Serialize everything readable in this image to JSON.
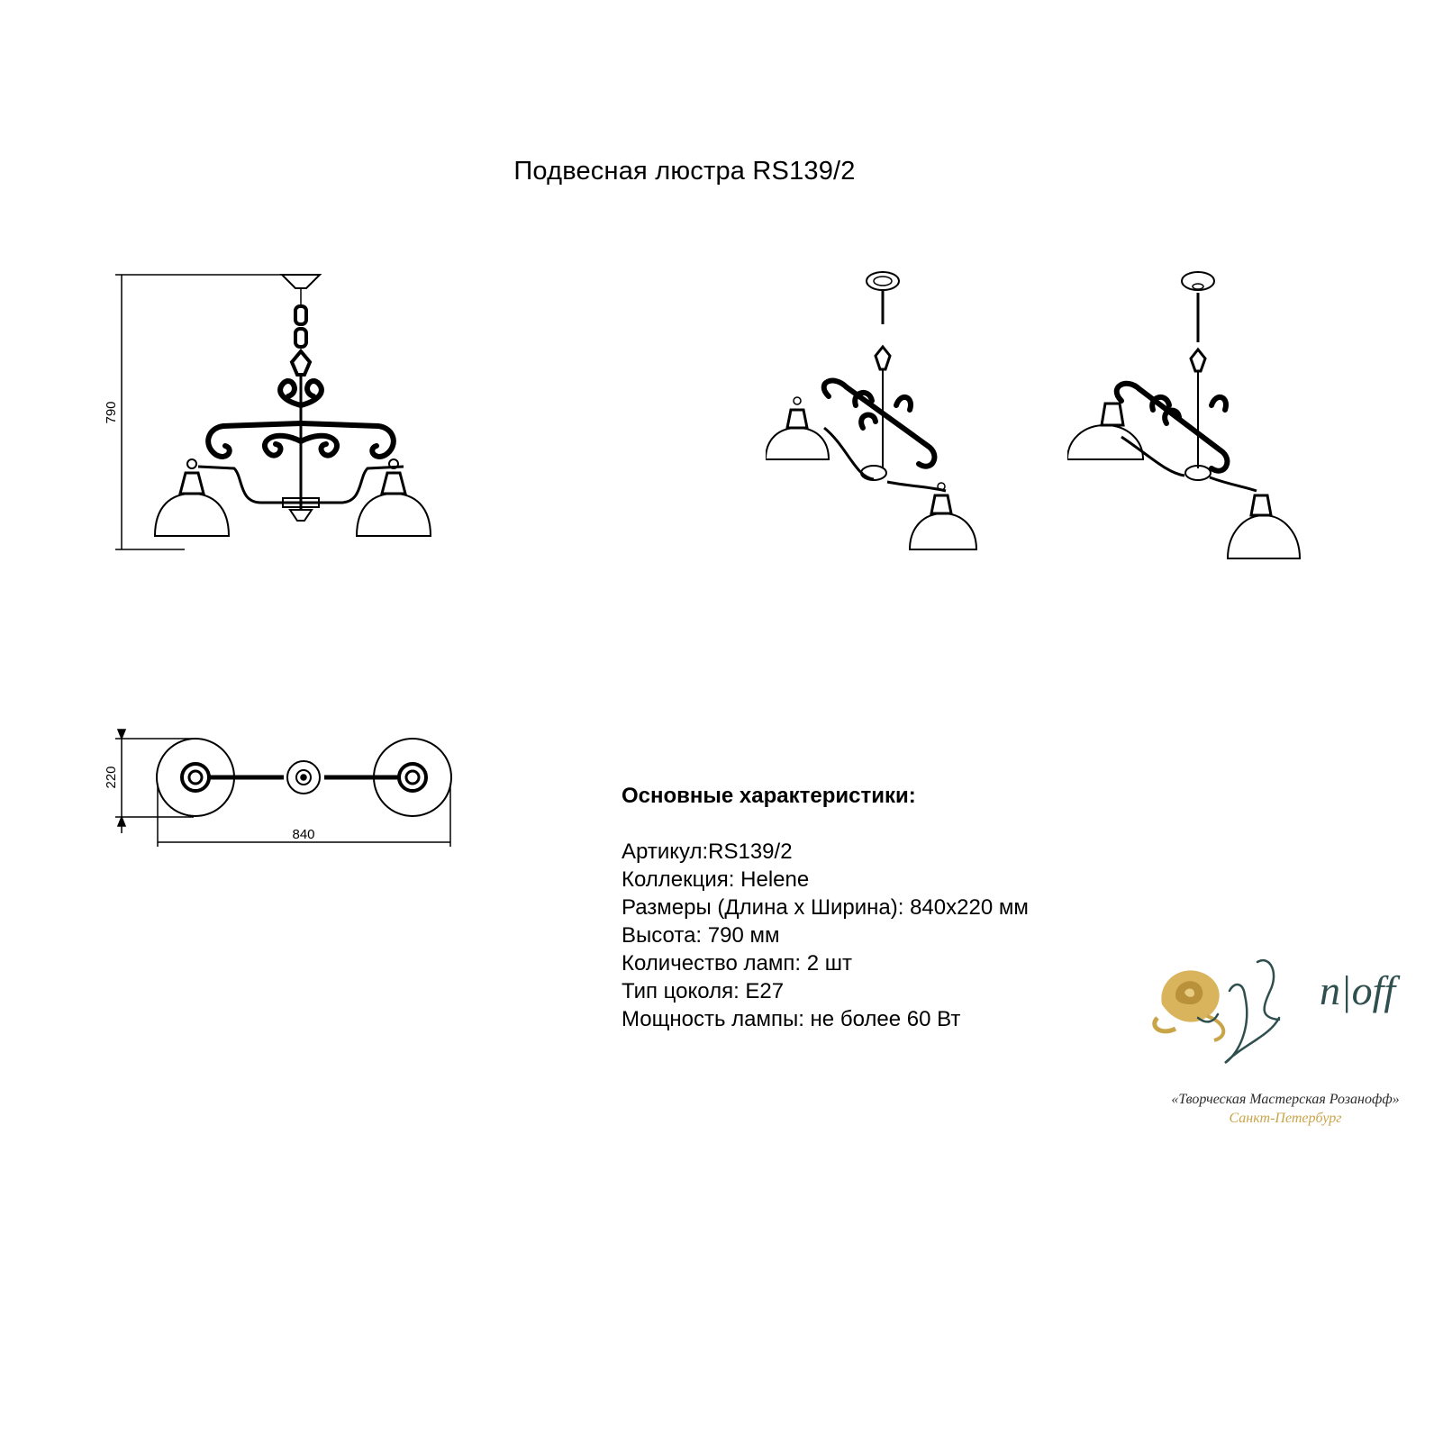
{
  "title": "Подвесная люстра  RS139/2",
  "dimensions": {
    "height": "790",
    "width": "220",
    "length": "840"
  },
  "specs": {
    "heading": "Основные характеристики:",
    "rows": [
      "Артикул:RS139/2",
      "Коллекция: Helene",
      "Размеры (Длина x Ширина): 840x220 мм",
      "Высота: 790 мм",
      "Количество ламп: 2 шт",
      "Тип цоколя: E27",
      "Мощность лампы: не более 60 Вт"
    ]
  },
  "brand": {
    "logo_text": "n|off",
    "line1": "«Творческая Мастерская Розанофф»",
    "line2": "Санкт-Петербург",
    "gold_color": "#c9a54a",
    "ink_color": "#2f4f4f"
  }
}
